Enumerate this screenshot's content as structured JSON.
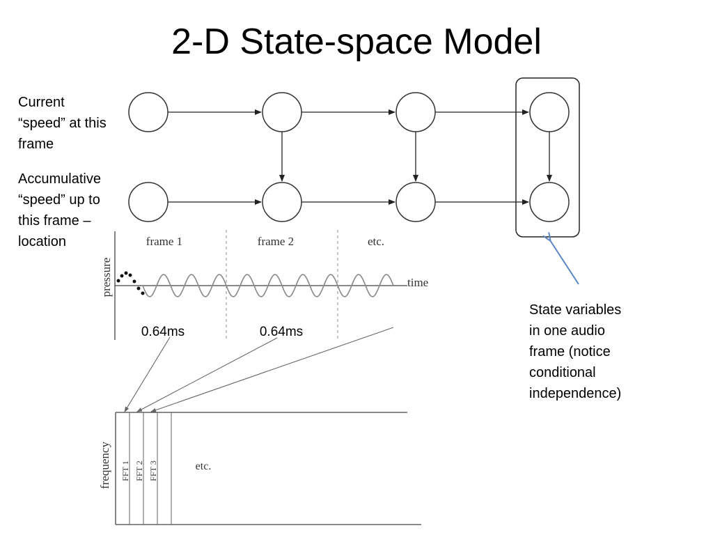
{
  "title": "2-D State-space Model",
  "labels": {
    "current": [
      "Current",
      "“speed” at this",
      "frame"
    ],
    "accumulative": [
      "Accumulative",
      "“speed” up to",
      "this frame –",
      "location"
    ],
    "state_note": [
      "State variables",
      "in one audio",
      "frame (notice",
      "conditional",
      "independence)"
    ]
  },
  "waveform": {
    "frame_labels": [
      "frame 1",
      "frame 2",
      "etc."
    ],
    "y_axis": "pressure",
    "x_axis": "time",
    "durations": [
      "0.64ms",
      "0.64ms"
    ]
  },
  "spectrogram": {
    "y_axis": "frequency",
    "columns": [
      "FFT 1",
      "FFT 2",
      "FFT 3"
    ],
    "etc": "etc."
  },
  "colors": {
    "node_stroke": "#333333",
    "highlight_arrow": "#5b86c4",
    "wave": "#888888",
    "line": "#444444"
  }
}
